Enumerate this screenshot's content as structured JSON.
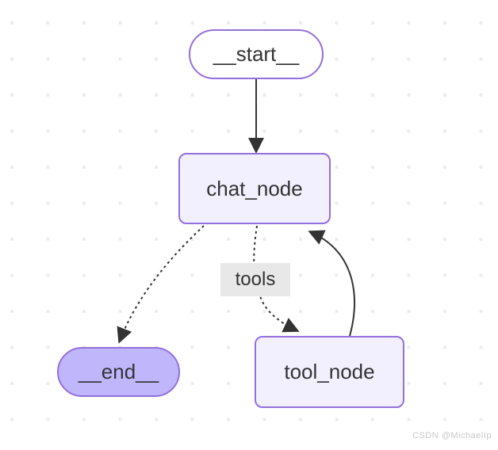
{
  "diagram": {
    "type": "flowchart-state-graph",
    "nodes": [
      {
        "id": "__start__",
        "label": "__start__",
        "shape": "stadium",
        "fill": "#ffffff"
      },
      {
        "id": "chat_node",
        "label": "chat_node",
        "shape": "rounded-rectangle",
        "fill": "#f2f0ff"
      },
      {
        "id": "tool_node",
        "label": "tool_node",
        "shape": "rounded-rectangle",
        "fill": "#f2f0ff"
      },
      {
        "id": "__end__",
        "label": "__end__",
        "shape": "stadium",
        "fill": "#bfb6fc"
      }
    ],
    "edges": [
      {
        "from": "__start__",
        "to": "chat_node",
        "style": "solid",
        "label": ""
      },
      {
        "from": "chat_node",
        "to": "__end__",
        "style": "dotted",
        "label": ""
      },
      {
        "from": "chat_node",
        "to": "tool_node",
        "style": "dotted",
        "label": "tools"
      },
      {
        "from": "tool_node",
        "to": "chat_node",
        "style": "solid",
        "label": ""
      }
    ],
    "colors": {
      "node_border": "#9370DB",
      "node_fill": "#f2f0ff",
      "start_fill": "#ffffff",
      "end_fill": "#bfb6fc",
      "text": "#333333",
      "edge": "#333333",
      "edge_label_bg": "#e8e8e8",
      "grid_dot": "#ececec",
      "background": "#ffffff"
    }
  },
  "watermark": {
    "text": "CSDN @MichaelIp"
  }
}
